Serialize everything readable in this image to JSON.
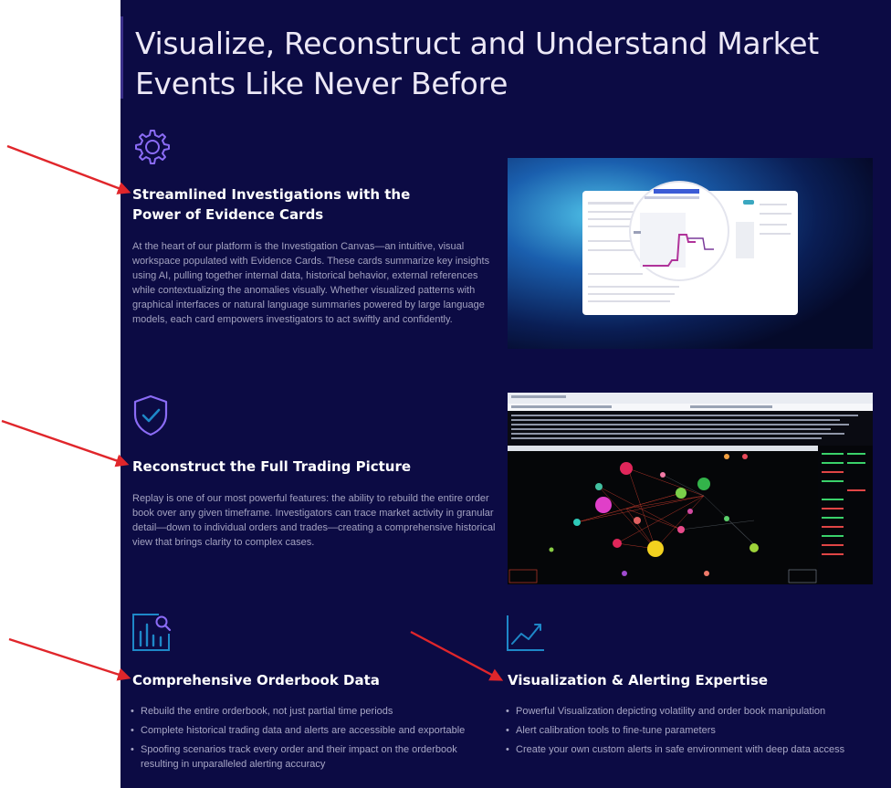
{
  "headline": "Visualize, Reconstruct and Understand Market Events Like Never Before",
  "features": [
    {
      "icon": "gear-icon",
      "title": "Streamlined Investigations with the Power of Evidence Cards",
      "body": "At the heart of our platform is the Investigation Canvas—an intuitive, visual workspace populated with Evidence Cards. These cards summarize key insights using AI, pulling together internal data, historical behavior, external references while contextualizing the anomalies visually. Whether visualized patterns with graphical interfaces or natural language summaries powered by large language models, each card empowers investigators to act swiftly and confidently."
    },
    {
      "icon": "shield-check-icon",
      "title": "Reconstruct the Full Trading Picture",
      "body": "Replay is one of our most powerful features: the ability to rebuild the entire order book over any given timeframe. Investigators can trace market activity in granular detail—down to individual orders and trades—creating a comprehensive historical view that brings clarity to complex cases."
    },
    {
      "icon": "chart-search-icon",
      "title": "Comprehensive Orderbook Data",
      "bullets": [
        "Rebuild the entire orderbook, not just partial time periods",
        "Complete historical trading data and alerts are accessible and exportable",
        "Spoofing scenarios track every order and their impact on the orderbook resulting in unparalleled alerting accuracy"
      ]
    },
    {
      "icon": "trend-line-icon",
      "title": "Visualization & Alerting Expertise",
      "bullets": [
        "Powerful Visualization depicting volatility and order book manipulation",
        "Alert calibration tools to fine-tune parameters",
        "Create your own custom alerts in safe environment with deep data access"
      ]
    }
  ],
  "colors": {
    "page_bg": "#ffffff",
    "panel_bg": "#0c0b44",
    "accent_purple": "#8b6cf6",
    "accent_blue": "#1e88c8",
    "arrow_red": "#e0262b"
  }
}
